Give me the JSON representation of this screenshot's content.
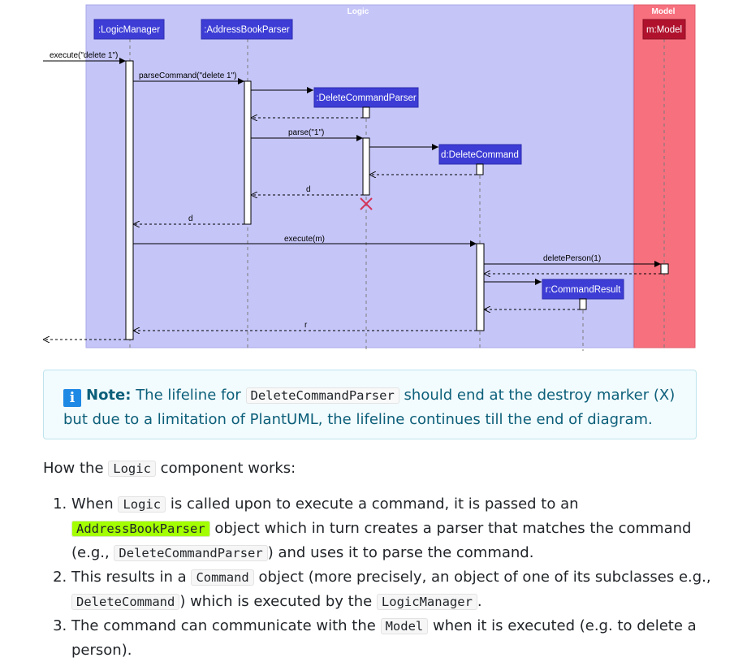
{
  "diagram": {
    "logic_frame_title": "Logic",
    "model_frame_title": "Model",
    "participants": {
      "logic_manager": ":LogicManager",
      "address_book_parser": ":AddressBookParser",
      "delete_command_parser": ":DeleteCommandParser",
      "delete_command": "d:DeleteCommand",
      "command_result": "r:CommandResult",
      "model": "m:Model"
    },
    "messages": {
      "execute_delete": "execute(\"delete 1\")",
      "parse_command": "parseCommand(\"delete 1\")",
      "parse": "parse(\"1\")",
      "return_d_1": "d",
      "return_d_2": "d",
      "execute_m": "execute(m)",
      "delete_person": "deletePerson(1)",
      "return_r": "r"
    },
    "colors": {
      "logic_frame": "#c5c5f8",
      "model_frame": "#f7707e",
      "participant_box": "#3d3dd6",
      "destroy_marker": "#d4335a"
    }
  },
  "note": {
    "icon": "info-icon",
    "label": "Note:",
    "text_1": "The lifeline for",
    "code_1": "DeleteCommandParser",
    "text_2": "should end at the destroy marker (X) but due to a limitation of PlantUML, the lifeline continues till the end of diagram."
  },
  "intro": {
    "text_1": "How the",
    "code": "Logic",
    "text_2": "component works:"
  },
  "steps": [
    {
      "p1": "When",
      "c1": "Logic",
      "p2": "is called upon to execute a command, it is passed to an",
      "c2": "AddressBookParser",
      "p3": "object which in turn creates a parser that matches the command (e.g.,",
      "c3": "DeleteCommandParser",
      "p4": ") and uses it to parse the command."
    },
    {
      "p1": "This results in a",
      "c1": "Command",
      "p2": "object (more precisely, an object of one of its subclasses e.g.,",
      "c2": "DeleteCommand",
      "p3": ") which is executed by the",
      "c3": "LogicManager",
      "p4": "."
    },
    {
      "p1": "The command can communicate with the",
      "c1": "Model",
      "p2": "when it is executed (e.g. to delete a person)."
    }
  ]
}
